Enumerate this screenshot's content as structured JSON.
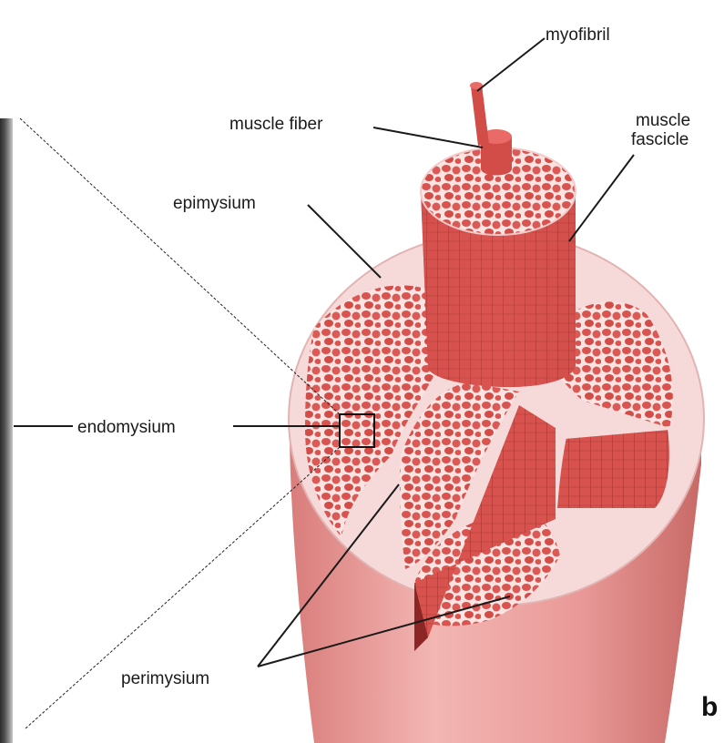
{
  "labels": {
    "myofibril": "myofibril",
    "muscle_fiber": "muscle fiber",
    "muscle_fascicle_line1": "muscle",
    "muscle_fascicle_line2": "fascicle",
    "epimysium": "epimysium",
    "endomysium": "endomysium",
    "perimysium": "perimysium",
    "panel_letter": "b"
  },
  "colors": {
    "background_frame": "#000000",
    "page": "#ffffff",
    "muscle_outer": "#e99a98",
    "muscle_shade": "#c86a67",
    "connective_tissue": "#f6dada",
    "fiber": "#d9534f",
    "fiber_dark": "#b8403c",
    "leader_line": "#1a1a1a"
  }
}
